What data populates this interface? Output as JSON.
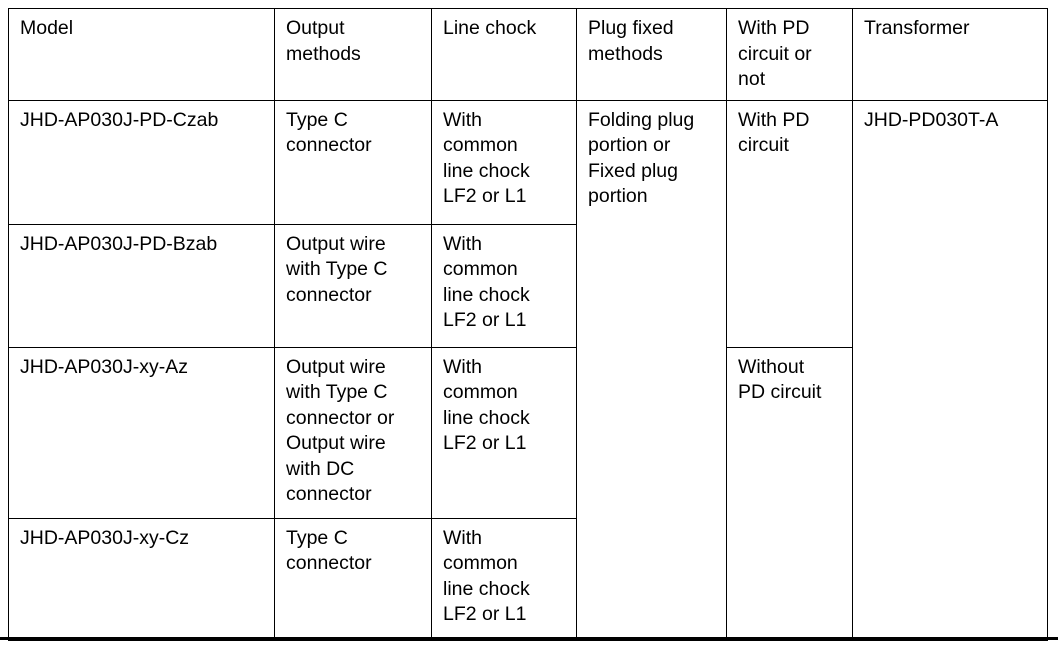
{
  "table": {
    "columns": [
      {
        "key": "model",
        "label": "Model"
      },
      {
        "key": "output_methods",
        "label": "Output\nmethods"
      },
      {
        "key": "line_chock",
        "label": "Line chock"
      },
      {
        "key": "plug_fixed_methods",
        "label": "Plug fixed\nmethods"
      },
      {
        "key": "pd_circuit",
        "label": "With PD\ncircuit or\nnot"
      },
      {
        "key": "transformer",
        "label": "Transformer"
      }
    ],
    "rows": [
      {
        "model": "JHD-AP030J-PD-Czab",
        "output_methods": "Type C\nconnector",
        "line_chock": "With\ncommon\nline chock\nLF2 or L1",
        "plug_fixed_methods": "Folding plug\nportion or\nFixed plug\nportion",
        "pd_circuit": "With PD\ncircuit",
        "transformer": "JHD-PD030T-A"
      },
      {
        "model": "JHD-AP030J-PD-Bzab",
        "output_methods": "Output wire\nwith Type C\nconnector",
        "line_chock": "With\ncommon\nline chock\nLF2 or L1",
        "plug_fixed_methods": "",
        "pd_circuit": "",
        "transformer": ""
      },
      {
        "model": "JHD-AP030J-xy-Az",
        "output_methods": "Output wire\nwith Type C\nconnector or\nOutput wire\nwith DC\nconnector",
        "line_chock": "With\ncommon\nline chock\nLF2 or L1",
        "plug_fixed_methods": "",
        "pd_circuit": "Without\nPD circuit",
        "transformer": ""
      },
      {
        "model": "JHD-AP030J-xy-Cz",
        "output_methods": "Type C\nconnector",
        "line_chock": "With\ncommon\nline chock\nLF2 or L1",
        "plug_fixed_methods": "",
        "pd_circuit": "",
        "transformer": ""
      }
    ],
    "merges": {
      "plug_fixed_methods_rowspan": 4,
      "transformer_rowspan": 4,
      "pd_circuit_first_rowspan": 2,
      "pd_circuit_second_rowspan": 2
    }
  },
  "colors": {
    "border": "#000000",
    "text": "#000000",
    "background": "#ffffff"
  }
}
